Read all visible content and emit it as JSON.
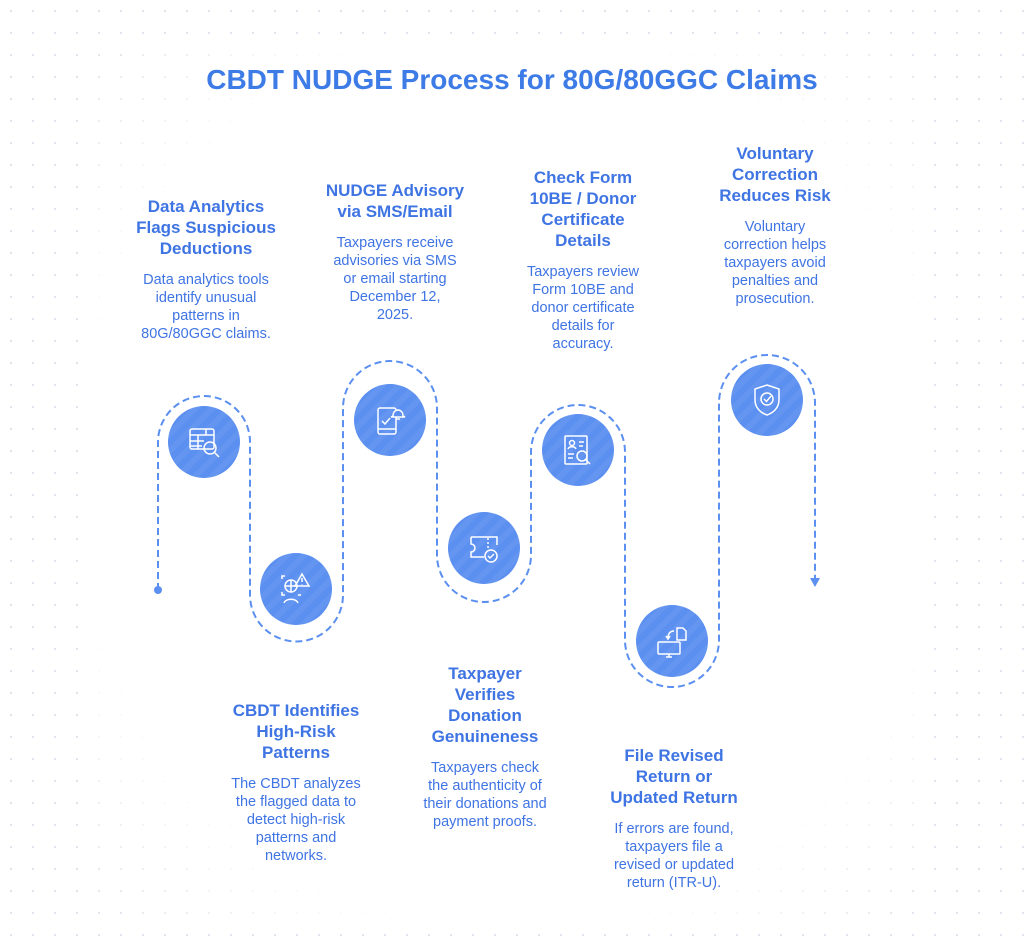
{
  "title": "CBDT NUDGE Process for 80G/80GGC Claims",
  "colors": {
    "accent": "#3d7be6",
    "circle": "#5b8ff0"
  },
  "steps": [
    {
      "heading": "Data Analytics\nFlags Suspicious\nDeductions",
      "body": "Data analytics tools\nidentify unusual\npatterns in\n80G/80GGC claims.",
      "icon": "table-search-icon"
    },
    {
      "heading": "CBDT Identifies\nHigh-Risk\nPatterns",
      "body": "The CBDT analyzes\nthe flagged data to\ndetect high-risk\npatterns and\nnetworks.",
      "icon": "risk-scan-icon"
    },
    {
      "heading": "NUDGE Advisory\nvia SMS/Email",
      "body": "Taxpayers receive\nadvisories via SMS\nor email starting\nDecember 12,\n2025.",
      "icon": "phone-bell-icon"
    },
    {
      "heading": "Taxpayer\nVerifies\nDonation\nGenuineness",
      "body": "Taxpayers check\nthe authenticity of\ntheir donations and\npayment proofs.",
      "icon": "ticket-check-icon"
    },
    {
      "heading": "Check Form\n10BE / Donor\nCertificate\nDetails",
      "body": "Taxpayers review\nForm 10BE and\ndonor certificate\ndetails for\naccuracy.",
      "icon": "document-search-icon"
    },
    {
      "heading": "File Revised\nReturn or\nUpdated Return",
      "body": "If errors are found,\ntaxpayers file a\nrevised or updated\nreturn (ITR-U).",
      "icon": "monitor-file-icon"
    },
    {
      "heading": "Voluntary\nCorrection\nReduces Risk",
      "body": "Voluntary\ncorrection helps\ntaxpayers avoid\npenalties and\nprosecution.",
      "icon": "shield-check-icon"
    }
  ]
}
